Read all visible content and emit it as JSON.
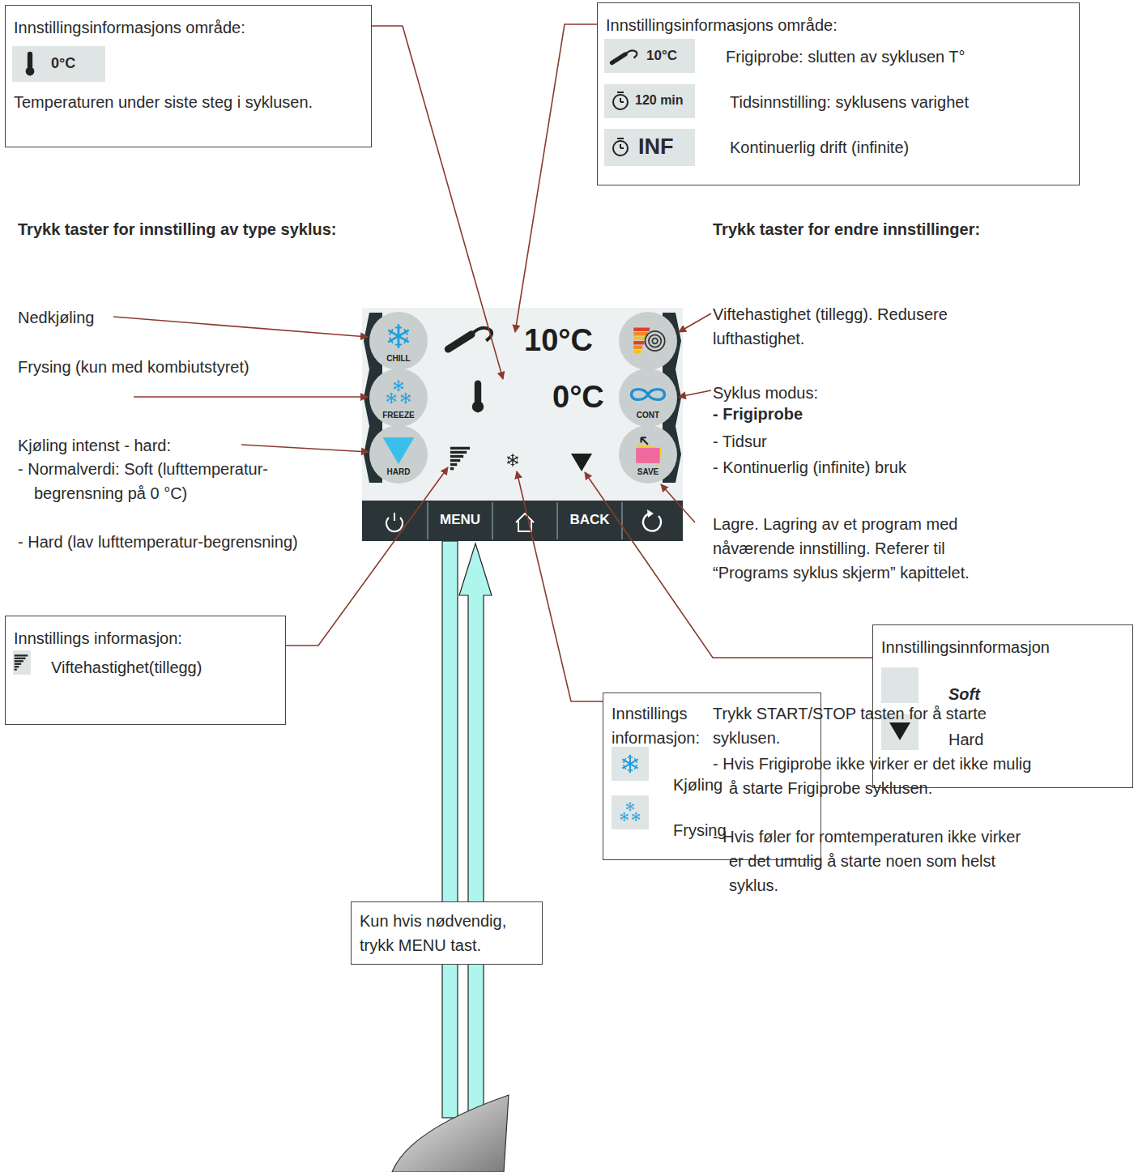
{
  "diagram": {
    "nodes": [
      {
        "text": [
          "Innstillingsinformasjons område:",
          "Temperaturen under siste steg i syklusen."
        ]
      },
      {
        "text": [
          "0°C"
        ],
        "in": 0
      },
      {
        "text": [
          "Innstillingsinformasjons område:",
          "Frigiprobe: slutten av syklusen T°",
          "Tidsinnstilling: syklusens varighet",
          "Kontinuerlig drift (infinite)"
        ]
      },
      {
        "text": [
          "10°C"
        ],
        "in": 2
      },
      {
        "text": [
          "120 min"
        ],
        "in": 2
      },
      {
        "text": [
          "INF"
        ],
        "in": 2
      },
      {
        "text": [
          "10°C",
          "0°C"
        ]
      },
      {
        "text": [
          "CHILL"
        ],
        "in": 6
      },
      {
        "text": [
          "FREEZE"
        ],
        "in": 6
      },
      {
        "text": [
          "CONT"
        ],
        "in": 6
      },
      {
        "text": [
          "HARD"
        ],
        "in": 6
      },
      {
        "text": [
          "SAVE"
        ],
        "in": 6
      },
      {
        "text": [
          "MENU"
        ],
        "in": 6
      },
      {
        "text": [
          "BACK"
        ],
        "in": 6
      },
      {
        "text": [
          "Innstillings informasjon:",
          "Viftehastighet(tillegg)"
        ]
      },
      {
        "text": [
          "Innstillings informasjon:",
          "Kjøling",
          "Frysing"
        ]
      },
      {
        "text": [
          "Innstillingsinnformasjon",
          "Soft",
          "Hard"
        ]
      },
      {
        "text": [
          "Kun hvis nødvendig, trykk MENU tast."
        ]
      }
    ],
    "labels": [
      "Trykk taster for innstilling av type syklus:",
      "Nedkjøling",
      "Frysing (kun med kombiutstyret)",
      "Kjøling intenst - hard:",
      "- Normalverdi: Soft (lufttemperatur-begrensning på 0 °C)",
      "- Hard (lav lufttemperatur-begrensning)",
      "Trykk taster for endre innstillinger:",
      "Viftehastighet (tillegg). Redusere lufthastighet.",
      "Syklus modus:",
      "- Frigiprobe",
      "- Tidsur",
      "- Kontinuerlig (infinite) bruk",
      "Lagre. Lagring av et program med nåværende innstilling. Referer til “Programs syklus skjerm” kapittelet.",
      "Trykk START/STOP tasten for å starte syklusen.",
      "- Hvis Frigiprobe ikke virker er det ikke mulig å starte Frigiprobe syklusen.",
      "- Hvis føler for romtemperaturen ikke virker er det umulig å starte noen som helst syklus."
    ]
  }
}
